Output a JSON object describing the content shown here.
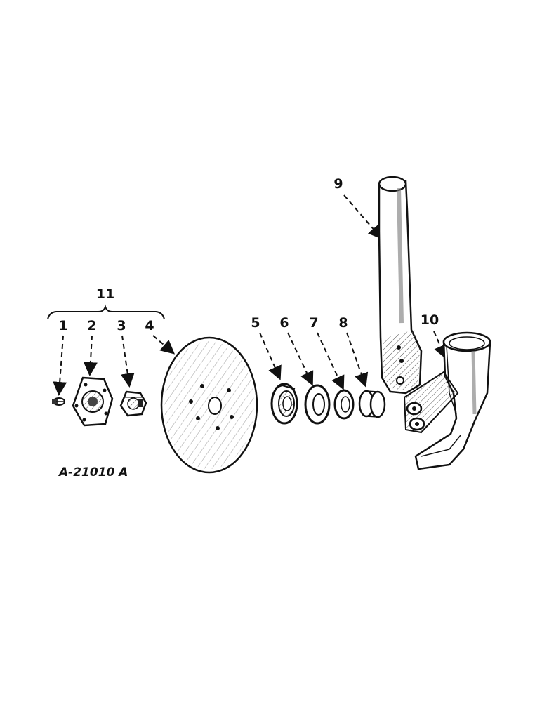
{
  "diagram": {
    "figure_id": "A-21010 A",
    "callouts": [
      "1",
      "2",
      "3",
      "4",
      "5",
      "6",
      "7",
      "8",
      "9",
      "10",
      "11"
    ],
    "colors": {
      "ink": "#111111",
      "paper": "#ffffff",
      "shade": "#555555"
    }
  }
}
